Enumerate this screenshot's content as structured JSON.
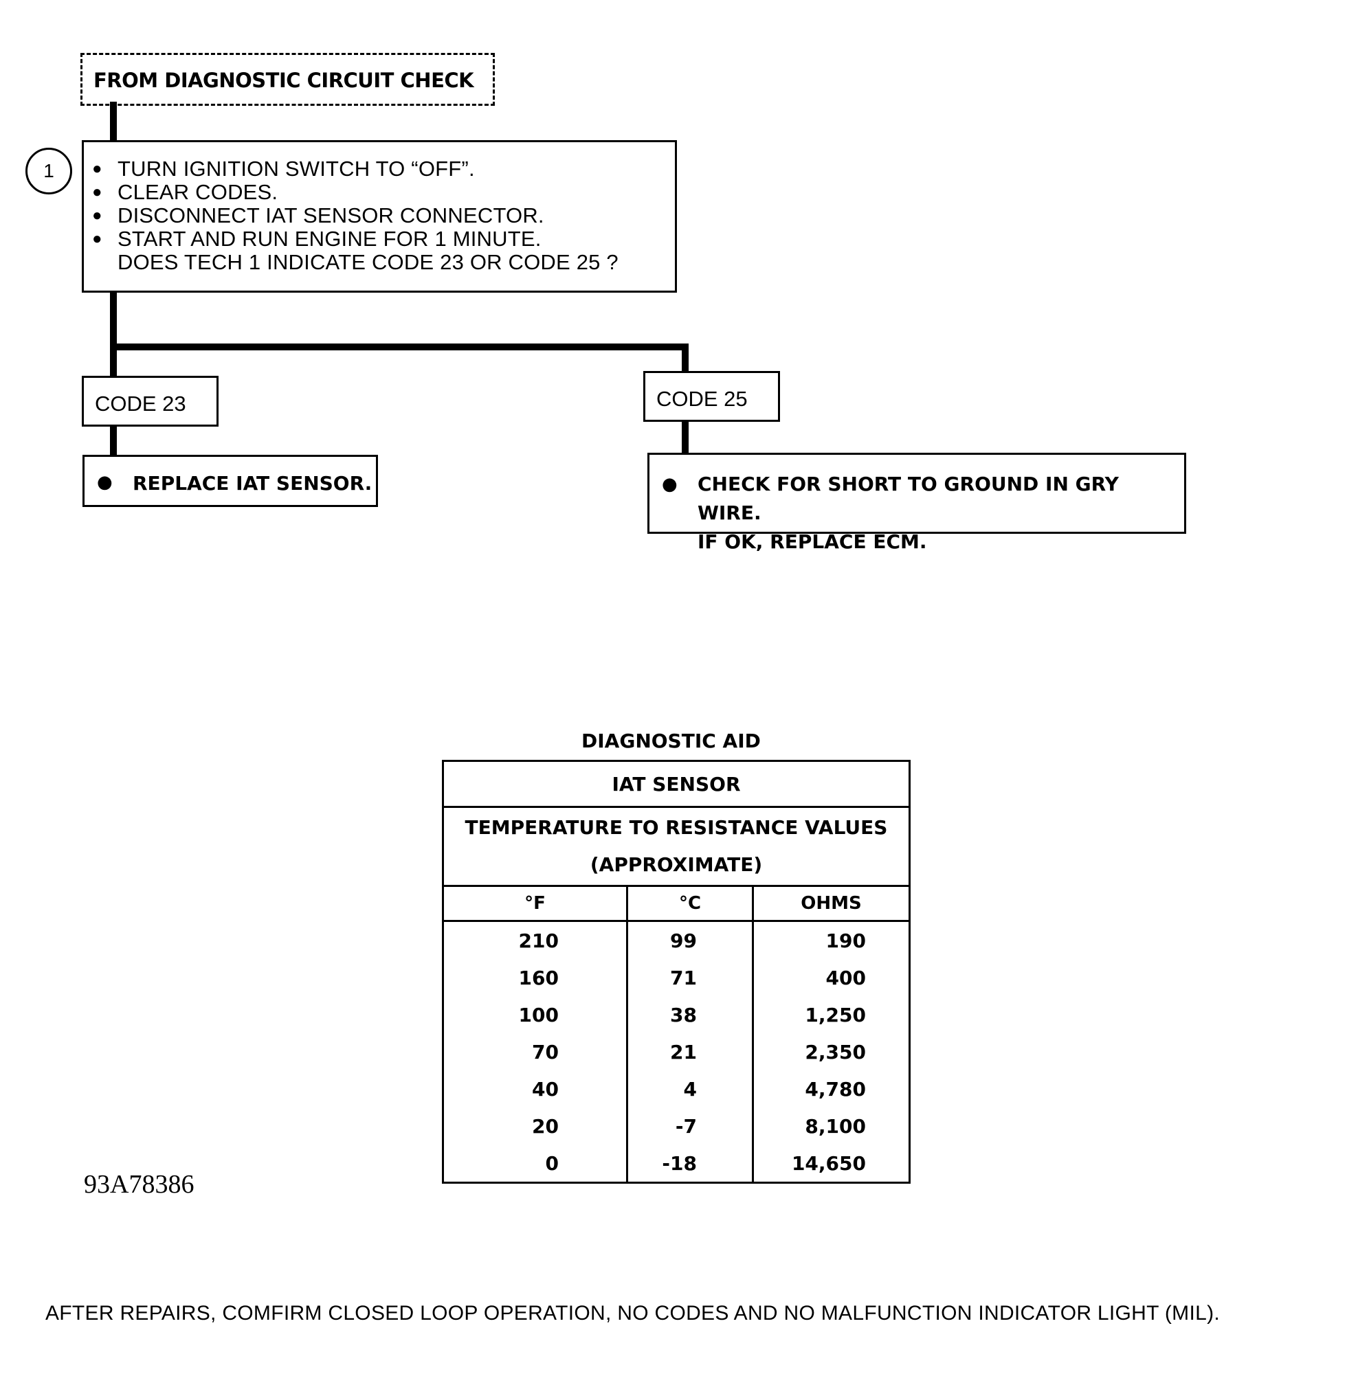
{
  "flowchart": {
    "start": "FROM DIAGNOSTIC CIRCUIT CHECK",
    "step_number": "1",
    "step1_items": [
      "TURN IGNITION SWITCH TO “OFF”.",
      "CLEAR CODES.",
      "DISCONNECT IAT SENSOR CONNECTOR.",
      "START AND RUN ENGINE FOR 1 MINUTE."
    ],
    "step1_question": "DOES TECH 1 INDICATE CODE 23 OR CODE 25 ?",
    "branch_left_label": "CODE 23",
    "branch_right_label": "CODE 25",
    "action_left": "REPLACE IAT SENSOR.",
    "action_right_line1": "CHECK FOR SHORT TO GROUND IN GRY WIRE.",
    "action_right_line2": "IF OK, REPLACE ECM."
  },
  "diagnostic_aid": {
    "title": "DIAGNOSTIC AID",
    "heading": "IAT SENSOR",
    "subheading1": "TEMPERATURE TO RESISTANCE VALUES",
    "subheading2": "(APPROXIMATE)",
    "columns": [
      "°F",
      "°C",
      "OHMS"
    ],
    "rows": [
      [
        "210",
        "99",
        "190"
      ],
      [
        "160",
        "71",
        "400"
      ],
      [
        "100",
        "38",
        "1,250"
      ],
      [
        "70",
        "21",
        "2,350"
      ],
      [
        "40",
        "4",
        "4,780"
      ],
      [
        "20",
        "-7",
        "8,100"
      ],
      [
        "0",
        "-18",
        "14,650"
      ]
    ]
  },
  "figure_id": "93A78386",
  "footer_note": "AFTER REPAIRS, COMFIRM CLOSED LOOP OPERATION, NO CODES AND NO MALFUNCTION INDICATOR LIGHT (MIL)."
}
